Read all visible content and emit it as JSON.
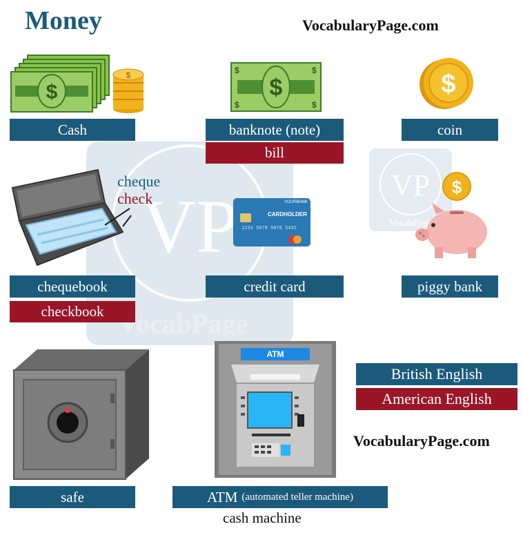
{
  "title": "Money",
  "site_top": "VocabularyPage.com",
  "site_mid": "VocabularyPage.com",
  "watermark": {
    "text": "VocabPage",
    "logo": "VP"
  },
  "items": {
    "cash": "Cash",
    "banknote": "banknote (note)",
    "bill": "bill",
    "coin": "coin",
    "cheque": "cheque",
    "check": "check",
    "chequebook": "chequebook",
    "checkbook": "checkbook",
    "credit_card": "credit card",
    "piggy_bank": "piggy bank",
    "safe": "safe",
    "atm": "ATM",
    "atm_full": "(automated teller machine)",
    "cash_machine": "cash machine"
  },
  "card": {
    "bank": "YOURBANK",
    "holder": "CARDHOLDER",
    "number": "1234 5678 9876 5432"
  },
  "atm_sign": "ATM",
  "legend": {
    "british": "British English",
    "american": "American English"
  },
  "colors": {
    "british": "#1c5a7c",
    "american": "#9a1526",
    "money_green": "#8bc34a",
    "coin_gold": "#f2b21c"
  }
}
